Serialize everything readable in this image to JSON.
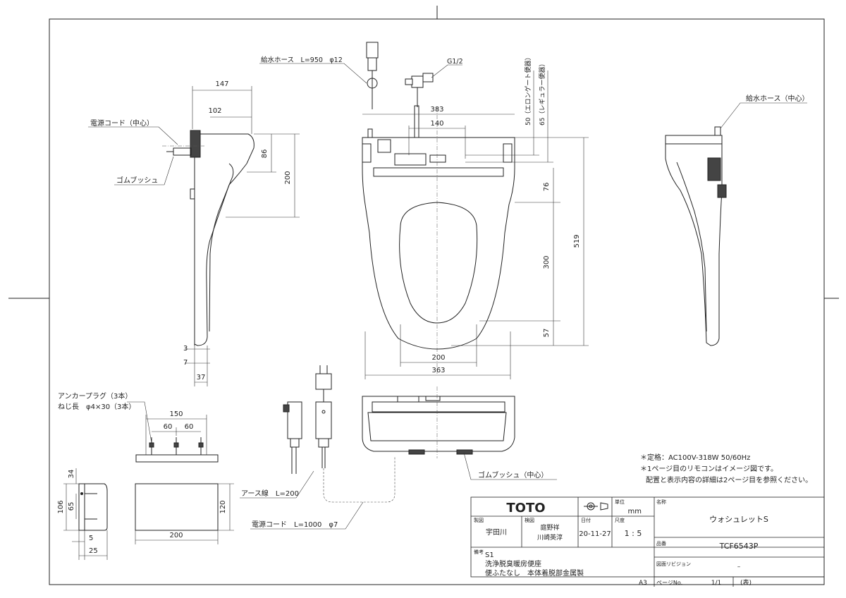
{
  "title_block": {
    "brand": "TOTO",
    "unit_label": "単位",
    "unit": "mm",
    "name_label": "名称",
    "product_name": "ウォシュレットS",
    "maker_label": "製図",
    "maker": "宇田川",
    "check_label": "検図",
    "checker_1": "庭野祥",
    "checker_2": "川崎英淳",
    "date_label": "日付",
    "date": "20-11-27",
    "scale_label": "尺度",
    "scale": "1 : 5",
    "model_label": "品番",
    "model": "TCF6543P",
    "revision_label": "図面リビジョン",
    "revision": "–",
    "notes_label": "備考",
    "note_1": "S1",
    "note_2": "洗浄脱臭暖房便座",
    "note_3": "便ふたなし　本体着脱部金属製",
    "sheet_size": "A3",
    "page_label": "ページNo.",
    "page": "1/1",
    "page_sheet": "(表)"
  },
  "notes": [
    "＊定格：AC100V-318W 50/60Hz",
    "＊1ページ目のリモコンはイメージ図です。",
    "配置と表示内容の詳細は2ページ目を参照ください。"
  ],
  "labels": {
    "supply_hose": "給水ホース　L=950　φ12",
    "supply_hose_center": "給水ホース（中心）",
    "g_half": "G1/2",
    "power_cord_center": "電源コード（中心）",
    "rubber_bush": "ゴムブッシュ",
    "rubber_bush_center": "ゴムブッシュ（中心）",
    "elongated": "50（エロンゲート便器）",
    "regular": "65（レギュラー便器）",
    "anchor_plug": "アンカープラグ（3本）",
    "screw": "ねじ長　φ4×30（3本）",
    "earth_wire": "アース線　L=200",
    "power_cord": "電源コード　L=1000　φ7"
  },
  "dims": {
    "d147": "147",
    "d102": "102",
    "d86": "86",
    "d200_side": "200",
    "d3": "3",
    "d7": "7",
    "d37": "37",
    "d383": "383",
    "d140": "140",
    "d76": "76",
    "d519": "519",
    "d300": "300",
    "d57": "57",
    "d200_bowl": "200",
    "d363": "363",
    "d150": "150",
    "d60a": "60",
    "d60b": "60",
    "d34": "34",
    "d106": "106",
    "d65": "65",
    "d5": "5",
    "d25": "25",
    "d200_remote": "200",
    "d120": "120"
  }
}
